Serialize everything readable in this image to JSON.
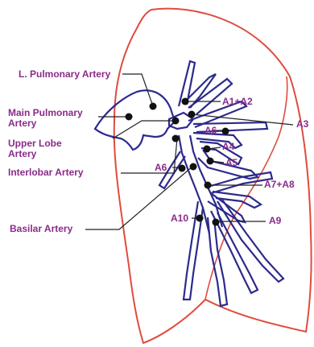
{
  "colors": {
    "lung_outline": "#E04B3C",
    "vessels": "#2C2A8C",
    "leader_lines": "#222222",
    "dots": "#111111",
    "label_text": "#8B2A8A"
  },
  "labels": {
    "l_pulmonary_artery": "L. Pulmonary Artery",
    "main_pulmonary_artery": "Main Pulmonary Artery",
    "upper_lobe_artery": "Upper Lobe Artery",
    "interlobar_artery": "Interlobar Artery",
    "basilar_artery": "Basilar Artery",
    "a1_a2": "A1+A2",
    "a3": "A3",
    "a6_upper": "A6",
    "a4": "A4",
    "a5": "A5",
    "a6_left": "A6",
    "a7_a8": "A7+A8",
    "a10": "A10",
    "a9": "A9"
  }
}
